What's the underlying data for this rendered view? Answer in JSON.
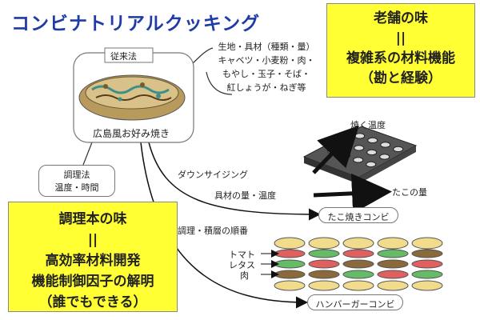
{
  "title": "コンビナトリアルクッキング",
  "top_box": {
    "line1": "老舗の味",
    "line2": "||",
    "line3": "複雑系の材料機能",
    "line4": "（勘と経験）"
  },
  "bottom_box": {
    "line1": "調理本の味",
    "line2": "||",
    "line3": "高効率材料開発",
    "line4": "機能制御因子の解明",
    "line5": "（誰でもできる）"
  },
  "traditional": {
    "label": "従来法",
    "dish": "広島風お好み焼き"
  },
  "ingredients": {
    "line1": "生地・具材（種類・量）",
    "line2": "キャベツ・小麦粉・肉・",
    "line3": "もやし・玉子・そば・",
    "line4": "紅しょうが・ねぎ等"
  },
  "cooking_method": {
    "line1": "調理法",
    "line2": "温度・時間"
  },
  "downsizing": {
    "label": "ダウンサイジング",
    "sub": "具材の量・温度"
  },
  "takoyaki": {
    "axis_temp": "焼く温度",
    "axis_amount": "たこの量",
    "name": "たこ焼きコンビ"
  },
  "layering": {
    "label": "調理・積層の順番",
    "tomato": "トマト",
    "lettuce": "レタス",
    "meat": "肉",
    "name": "ハンバーガーコンビ"
  },
  "colors": {
    "title": "#1f3ba8",
    "highlight": "#ffff33",
    "tomato": "#e06060",
    "lettuce": "#66bb66",
    "bun": "#f0dc8c"
  }
}
